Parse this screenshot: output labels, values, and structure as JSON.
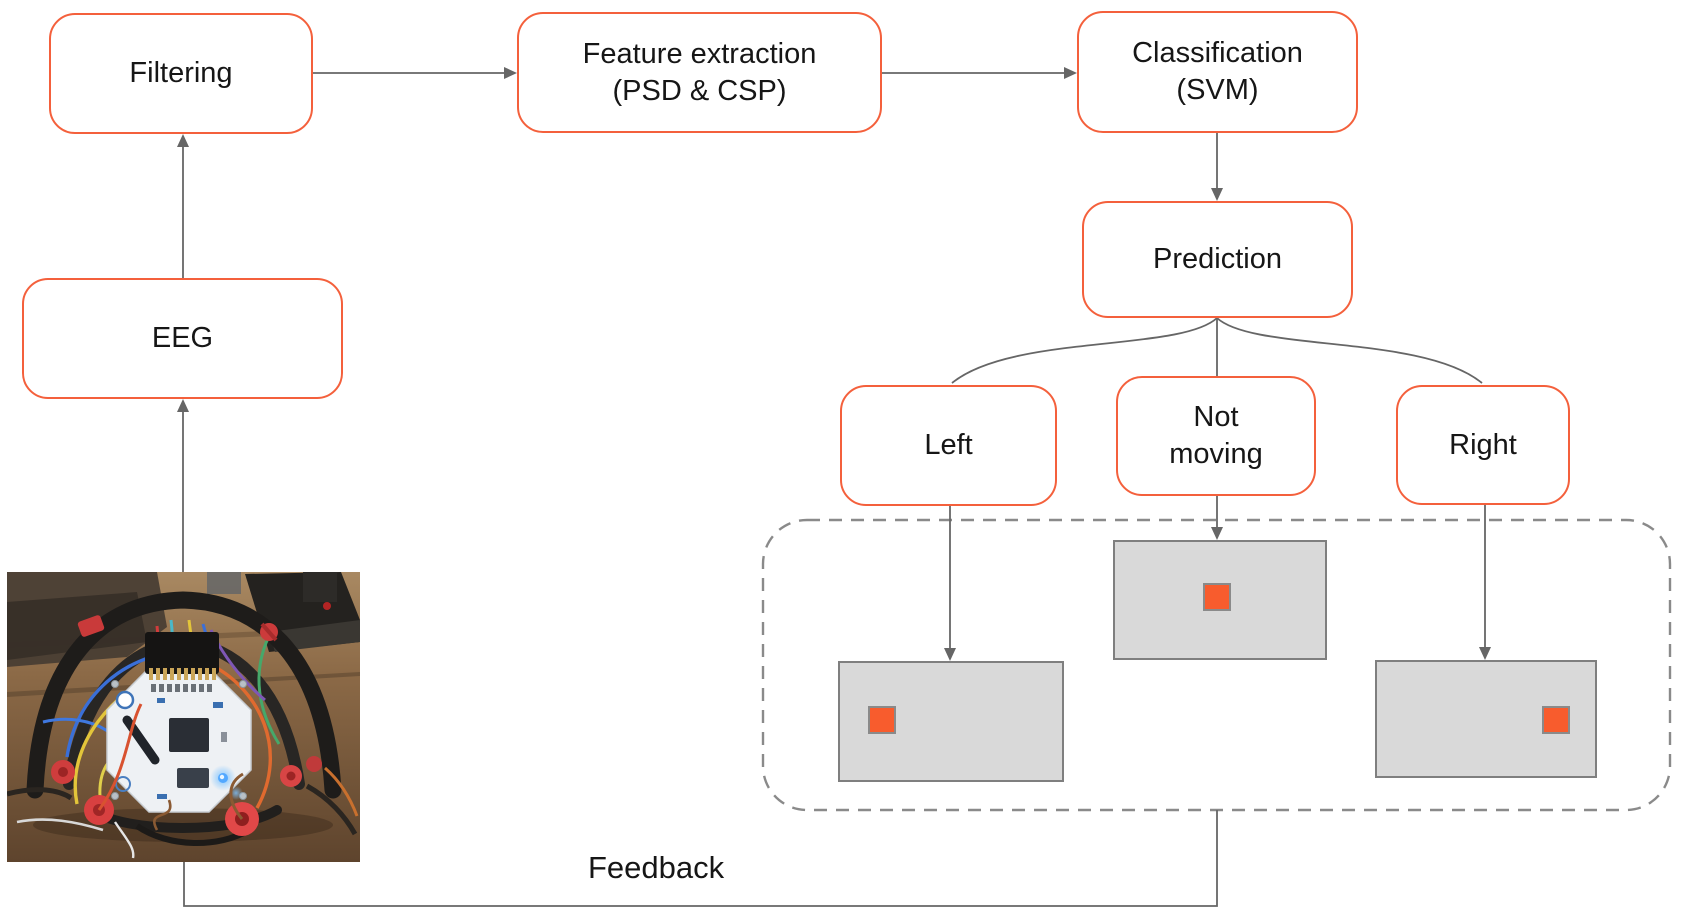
{
  "diagram": {
    "nodes": {
      "filtering": {
        "label": "Filtering"
      },
      "feature_extraction": {
        "line1": "Feature extraction",
        "line2": "(PSD & CSP)"
      },
      "classification": {
        "line1": "Classification",
        "line2": "(SVM)"
      },
      "prediction": {
        "label": "Prediction"
      },
      "eeg": {
        "label": "EEG"
      },
      "left": {
        "label": "Left"
      },
      "not_moving": {
        "line1": "Not",
        "line2": "moving"
      },
      "right": {
        "label": "Right"
      }
    },
    "feedback_label": "Feedback"
  },
  "colors": {
    "node_border": "#F4603C",
    "node_fill": "#FFFFFF",
    "node_text": "#161616",
    "arrow": "#666666",
    "dashed_border": "#8A8A8A",
    "screen_fill": "#D9D9D9",
    "screen_border": "#7F7F7F",
    "cursor_fill": "#F85C2D",
    "cursor_border": "#8A8A8A",
    "background": "#FFFFFF"
  }
}
